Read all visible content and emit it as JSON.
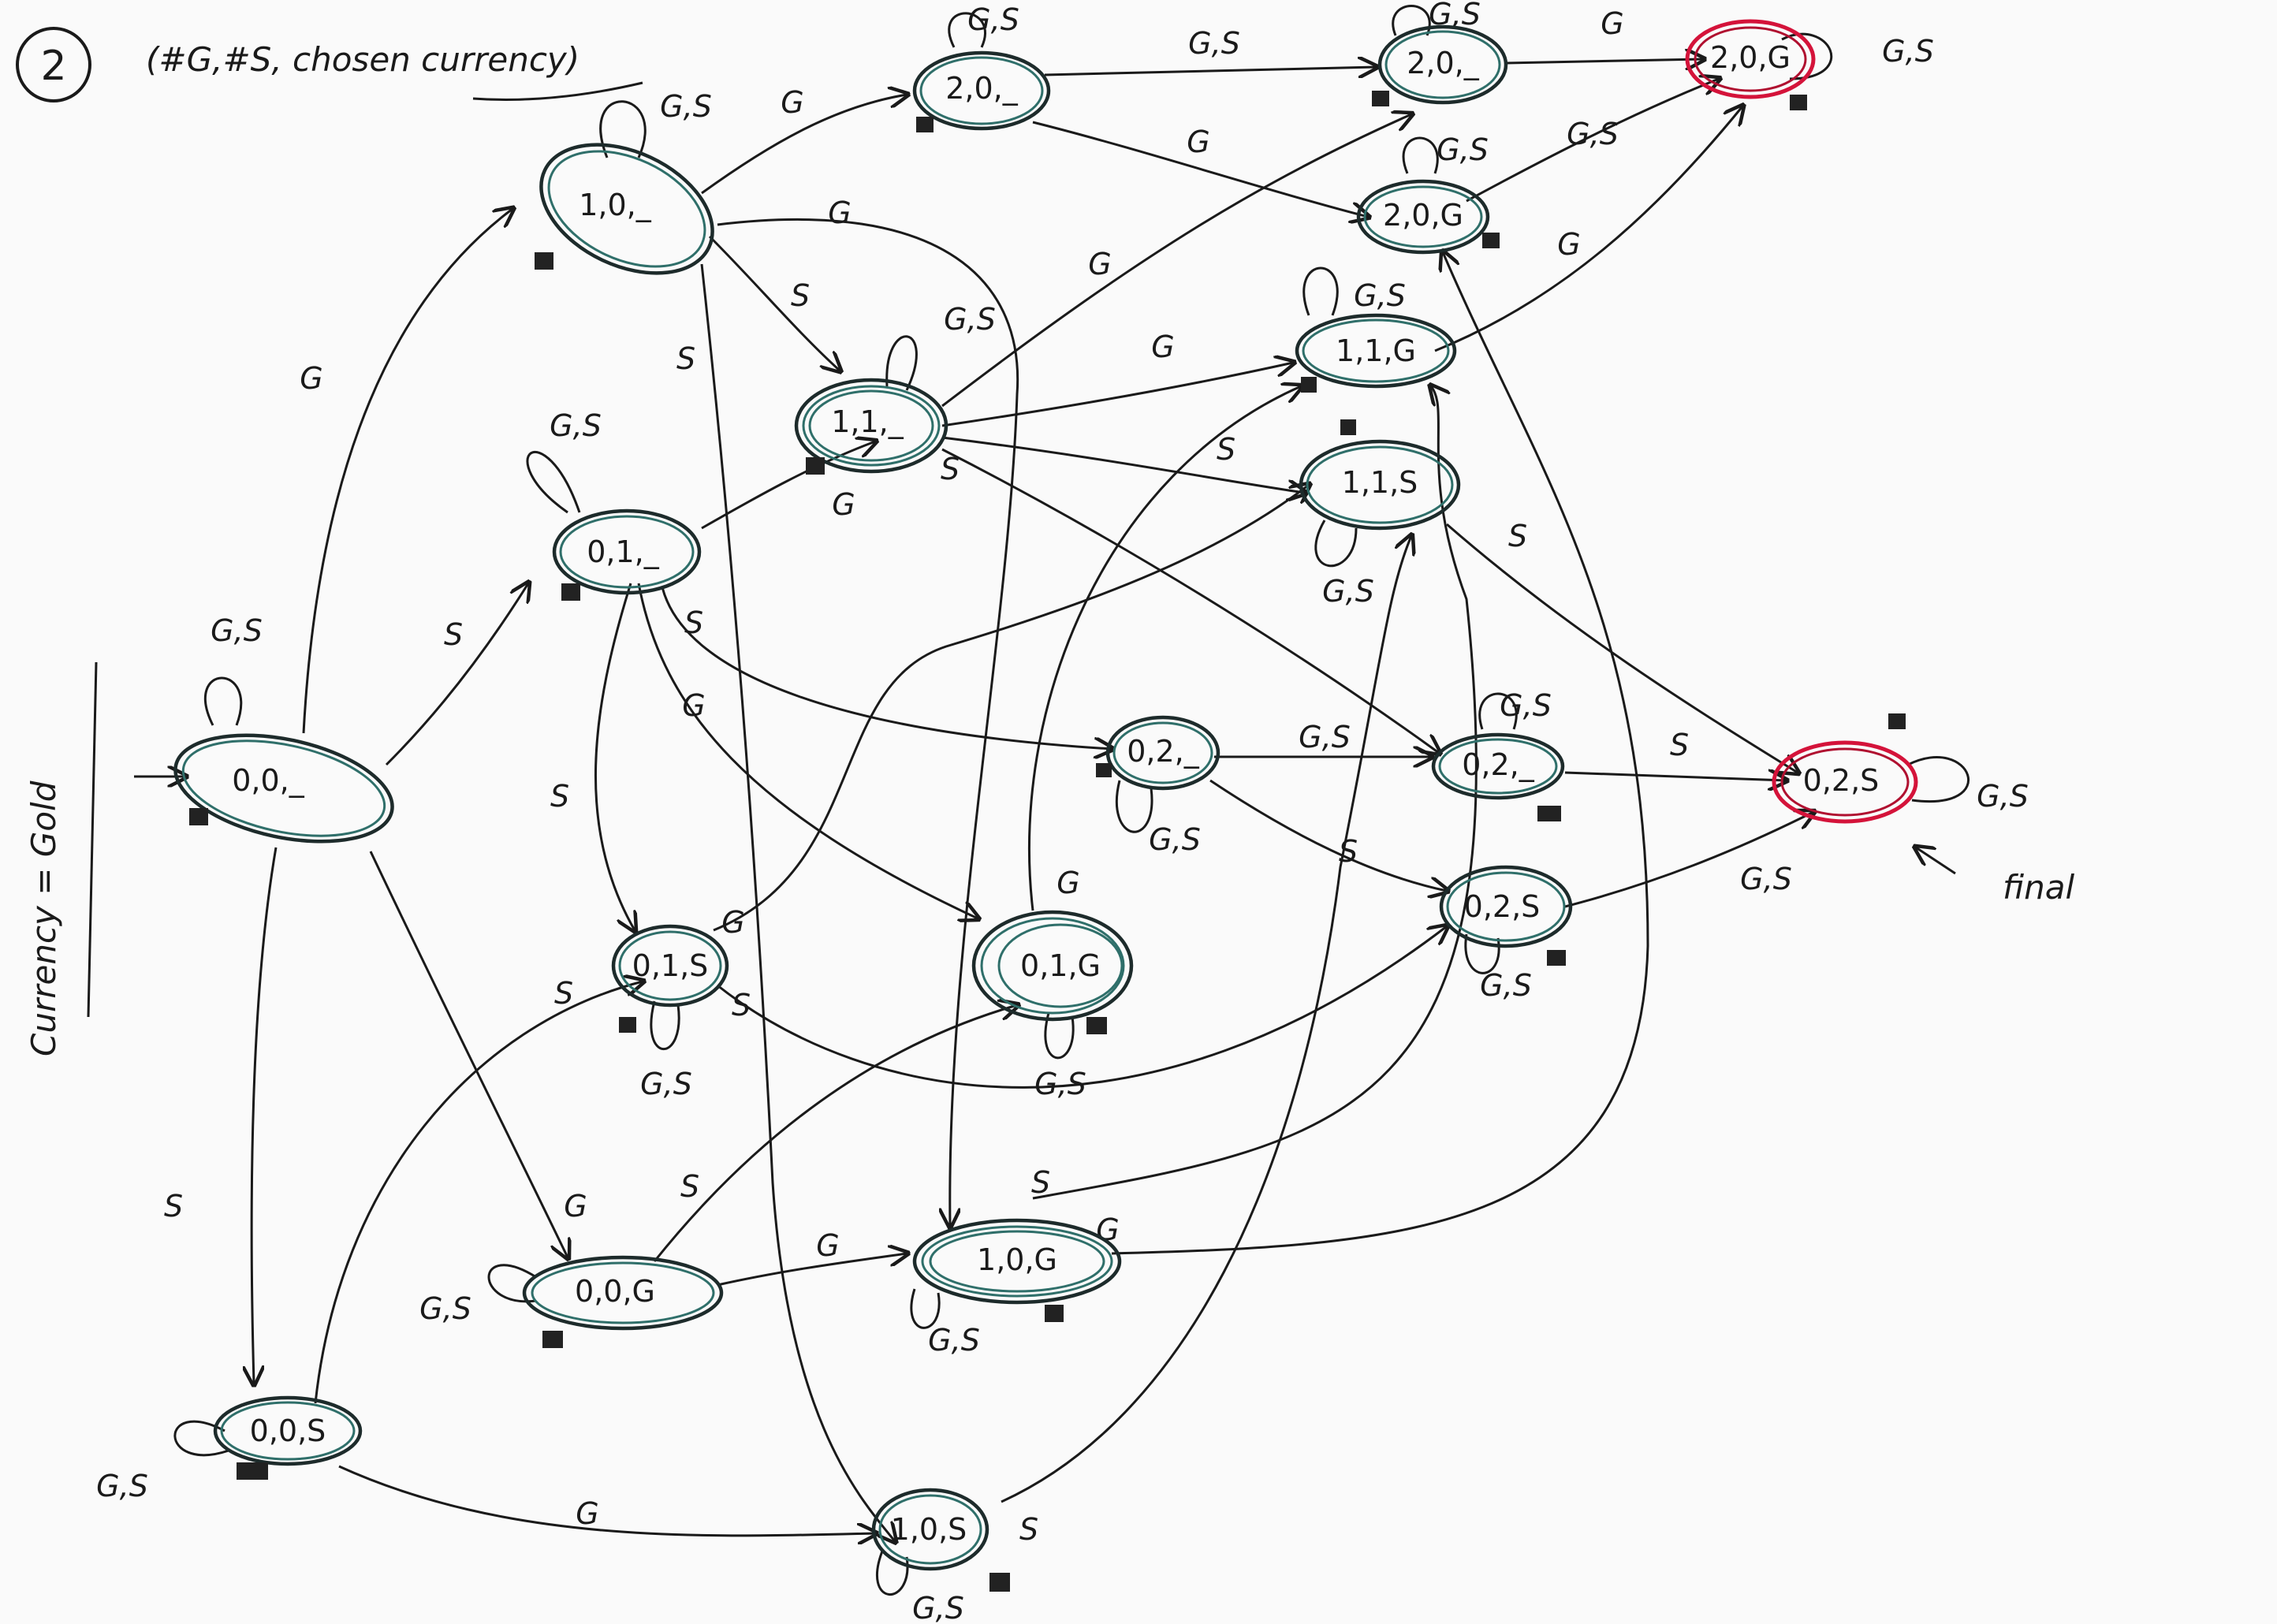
{
  "header": {
    "step_number": "2",
    "title": "(#G,#S, chosen currency)"
  },
  "side_note": "Currency = Gold",
  "final_note": "final",
  "nodes": [
    {
      "id": "n00_",
      "label": "0,0,_"
    },
    {
      "id": "n10_",
      "label": "1,0,_"
    },
    {
      "id": "n20_",
      "label": "2,0,_"
    },
    {
      "id": "n20_b",
      "label": "2,0,_"
    },
    {
      "id": "n20G",
      "label": "2,0,G",
      "final": true
    },
    {
      "id": "n20Gb",
      "label": "2,0,G"
    },
    {
      "id": "n11_",
      "label": "1,1,_"
    },
    {
      "id": "n11G",
      "label": "1,1,G"
    },
    {
      "id": "n11S",
      "label": "1,1,S"
    },
    {
      "id": "n01_",
      "label": "0,1,_"
    },
    {
      "id": "n02_",
      "label": "0,2,_"
    },
    {
      "id": "n02_b",
      "label": "0,2,_"
    },
    {
      "id": "n02S",
      "label": "0,2,S",
      "final": true
    },
    {
      "id": "n02Sb",
      "label": "0,2,S"
    },
    {
      "id": "n01S",
      "label": "0,1,S"
    },
    {
      "id": "n01G",
      "label": "0,1,G"
    },
    {
      "id": "n00G",
      "label": "0,0,G"
    },
    {
      "id": "n10G",
      "label": "1,0,G"
    },
    {
      "id": "n00S",
      "label": "0,0,S"
    },
    {
      "id": "n10S",
      "label": "1,0,S"
    }
  ],
  "edge_labels": {
    "GS": "G,S",
    "G": "G",
    "S": "S"
  },
  "colors": {
    "ink": "#1a1a1a",
    "node_teal": "#2f6f6a",
    "final_red": "#d4133a"
  }
}
